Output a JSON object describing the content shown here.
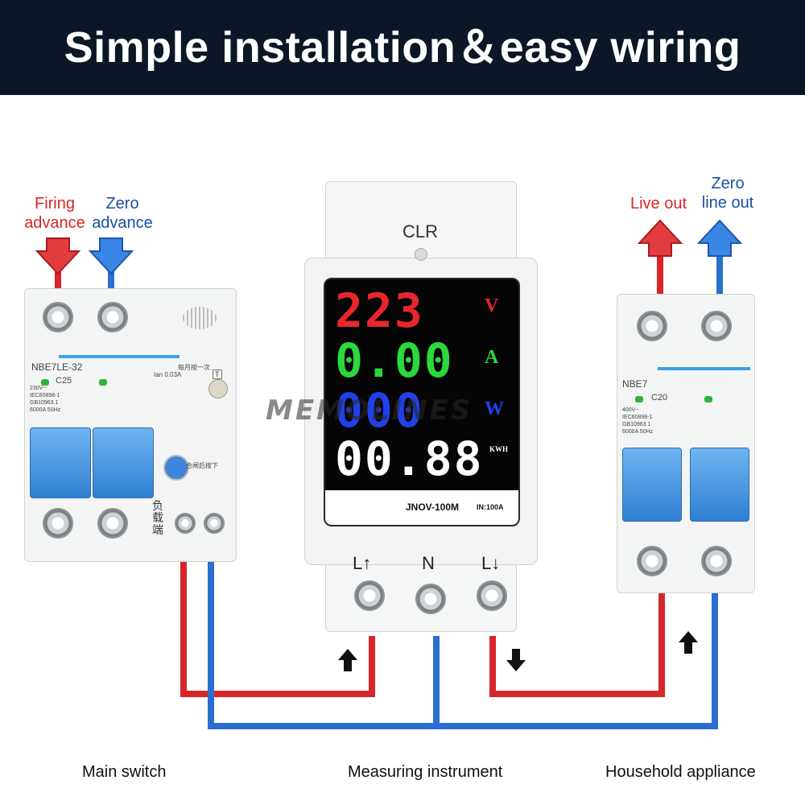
{
  "header": {
    "title": "Simple installation＆easy wiring"
  },
  "labels": {
    "firing_line1": "Firing",
    "firing_line2": "advance",
    "zero_line1": "Zero",
    "zero_line2": "advance",
    "live_out": "Live out",
    "zero_out_line1": "Zero",
    "zero_out_line2": "line out"
  },
  "captions": {
    "main_switch": "Main switch",
    "measuring": "Measuring instrument",
    "household": "Household appliance"
  },
  "main_breaker": {
    "model": "NBE7LE-32",
    "rating": "C25",
    "spec": "230V~",
    "standard": "IEC60898-1",
    "gb": "GB10963.1",
    "capacity": "6000A 50Hz",
    "leak_spec": "Ian 0.03A",
    "test_button": "T",
    "load_end": "负载端",
    "monthly_note": "每月按一次",
    "press_note": "合闸后按下"
  },
  "meter": {
    "clr": "CLR",
    "voltage_value": "223",
    "voltage_unit": "V",
    "current_value": "0.00",
    "current_unit": "A",
    "power_value": "000",
    "power_unit": "W",
    "energy_value": "00.88",
    "energy_unit": "KWH",
    "model": "JNOV-100M",
    "rating": "IN:100A",
    "terminal_l_in": "L↑",
    "terminal_n": "N",
    "terminal_l_out": "L↓"
  },
  "house_breaker": {
    "model": "NBE7",
    "rating": "C20",
    "spec": "400V~",
    "standard": "IEC60898-1",
    "gb": "GB10963.1",
    "capacity": "6000A 50Hz"
  },
  "watermark": "MEMOLINES",
  "colors": {
    "live": "#d7262a",
    "neutral": "#2a6fd0",
    "header_bg": "#0b1726"
  }
}
